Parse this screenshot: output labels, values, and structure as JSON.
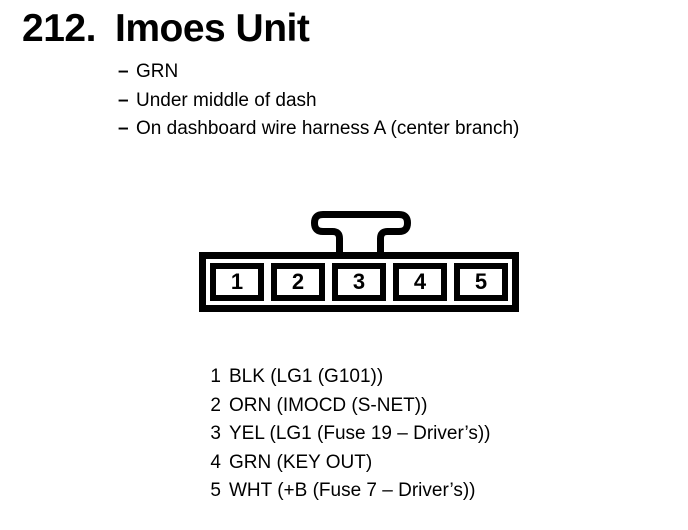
{
  "page": {
    "section_number": "212.",
    "title": "Imoes Unit"
  },
  "notes": {
    "marker": "–",
    "items": [
      "GRN",
      "Under middle of dash",
      "On dashboard wire harness A (center branch)"
    ]
  },
  "connector": {
    "cavities": [
      "1",
      "2",
      "3",
      "4",
      "5"
    ]
  },
  "pin_list": [
    {
      "number": "1",
      "description": "BLK (LG1 (G101))"
    },
    {
      "number": "2",
      "description": "ORN (IMOCD (S-NET))"
    },
    {
      "number": "3",
      "description": "YEL (LG1 (Fuse 19 – Driver’s))"
    },
    {
      "number": "4",
      "description": "GRN (KEY OUT)"
    },
    {
      "number": "5",
      "description": "WHT (+B (Fuse 7 – Driver’s))"
    }
  ],
  "colors": {
    "ink": "#000000",
    "paper": "#ffffff"
  }
}
